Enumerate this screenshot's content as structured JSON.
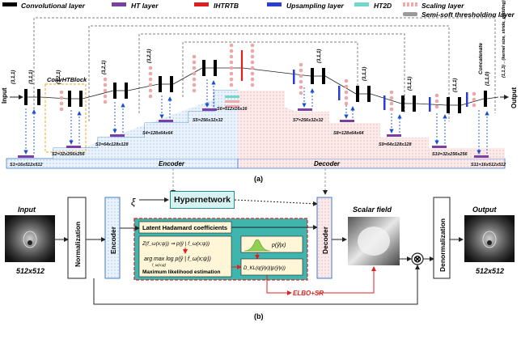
{
  "legend": [
    {
      "label": "Convolutional layer",
      "color": "#000000"
    },
    {
      "label": "HT layer",
      "color": "#7b3fa0"
    },
    {
      "label": "IHTRTB",
      "color": "#e02020"
    },
    {
      "label": "Upsampling layer",
      "color": "#2a3fcf"
    },
    {
      "label": "HT2D",
      "color": "#6fd8c8"
    },
    {
      "label": "Scaling layer",
      "color": "#f0a8a8"
    },
    {
      "label": "Semi-soft thresholding layer",
      "color": "#9a9a9a"
    }
  ],
  "diagram_a": {
    "input_label": "Input",
    "output_label": "Output",
    "block_label": "ConvHTBlock",
    "concatenate_label": "Concatenate",
    "kernel_note": "(1,1,3)→(kernel size, stride, padding)",
    "conv_params": [
      "(3,1,1)",
      "(3,1,1)",
      "(3,2,1)",
      "(3,2,1)",
      "(3,2,1)",
      "(3,1,1)",
      "(3,1,1)",
      "(3,1,1)",
      "(3,1,1)",
      "(1,1,0)"
    ],
    "sizes": [
      "S1=16x512x512",
      "S2=32x256x256",
      "S3=64x128x128",
      "S4=128x64x64",
      "S5=256x32x32",
      "S6=512x16x16",
      "S7=256x32x32",
      "S8=128x64x64",
      "S9=64x128x128",
      "S10=32x256x256",
      "S11=16x512x512"
    ],
    "encoder_label": "Encoder",
    "decoder_label": "Decoder",
    "panel_label": "(a)"
  },
  "diagram_b": {
    "input_title": "Input",
    "input_size": "512x512",
    "normalization": "Normalization",
    "encoder": "Encoder",
    "xi": "ξ",
    "hypernetwork": "Hypernetwork",
    "latent": "Latent Hadamard coefficients",
    "z_formula": "Z(f_ω(x;ψ)) ⇒ p(ŷ | f_ω(x;ψ))",
    "argmax": "arg max log p(ŷ | f_ω(x;ψ))",
    "argmax_sub": "f_ω(x;ψ)",
    "mle": "Maximum likelihood estimation",
    "posterior": "p(ŷ|x)",
    "kl": "D_KL(q(ŷ|x)||p(ŷ|x))",
    "loss": "ELBO+SR",
    "decoder": "Decoder",
    "scalar_field": "Scalar field",
    "multiply": "⊗",
    "denormalization": "Denormalization",
    "output_title": "Output",
    "output_size": "512x512",
    "panel_label": "(b)"
  }
}
